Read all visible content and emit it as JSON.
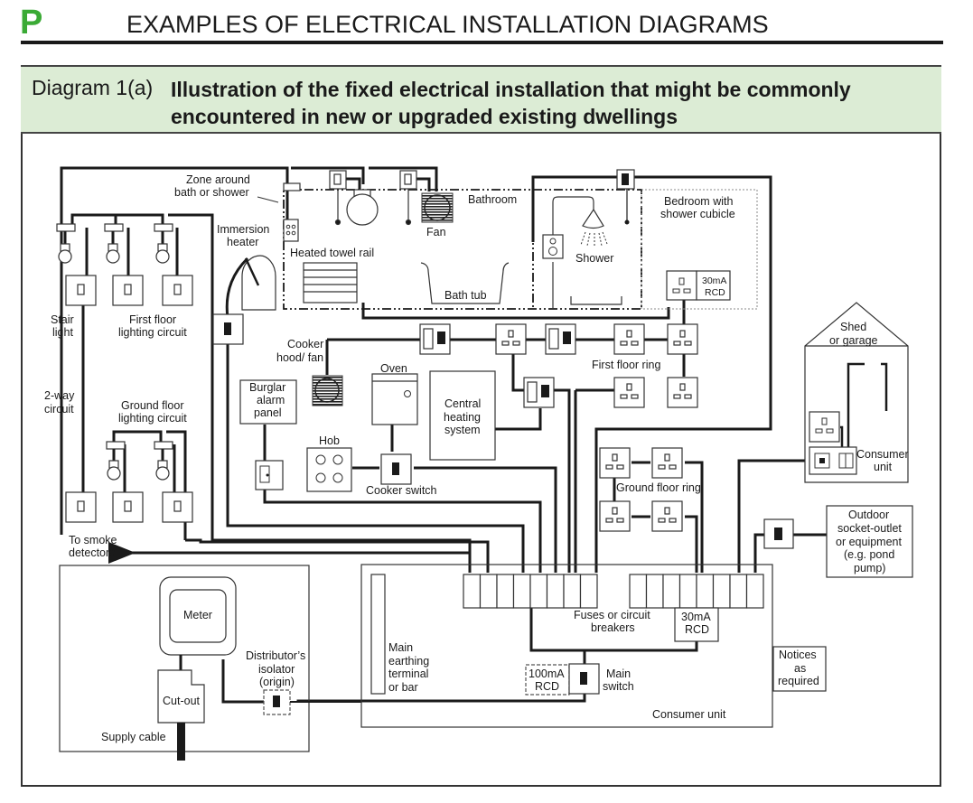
{
  "header": {
    "section_letter": "P",
    "page_title": "EXAMPLES OF ELECTRICAL INSTALLATION DIAGRAMS",
    "accent_color": "#3aaa35"
  },
  "caption": {
    "label": "Diagram 1(a)",
    "text": "Illustration of the fixed electrical installation that might be commonly encountered in new or upgraded existing dwellings",
    "band_color": "#dcecd5"
  },
  "diagram": {
    "labels": {
      "zone": [
        "Zone around",
        "bath or shower"
      ],
      "immersion": [
        "Immersion",
        "heater"
      ],
      "towel_rail": "Heated towel rail",
      "fan": "Fan",
      "bathroom": "Bathroom",
      "bath_tub": "Bath tub",
      "bedroom": [
        "Bedroom with",
        "shower cubicle"
      ],
      "shower": "Shower",
      "rcd_30": [
        "30mA",
        "RCD"
      ],
      "stair": [
        "Stair",
        "light"
      ],
      "first_floor_lighting": [
        "First floor",
        "lighting circuit"
      ],
      "two_way": [
        "2-way",
        "circuit"
      ],
      "ground_floor_lighting": [
        "Ground floor",
        "lighting circuit"
      ],
      "cooker_hood": [
        "Cooker",
        "hood/ fan"
      ],
      "oven": "Oven",
      "burglar": [
        "Burglar",
        "alarm",
        "panel"
      ],
      "hob": "Hob",
      "cooker_switch": "Cooker switch",
      "central_heating": [
        "Central",
        "heating",
        "system"
      ],
      "first_floor_ring": "First floor ring",
      "ground_floor_ring": "Ground floor ring",
      "shed": [
        "Shed",
        "or garage"
      ],
      "shed_consumer_unit": [
        "Consumer",
        "unit"
      ],
      "outdoor": [
        "Outdoor",
        "socket-outlet",
        "or equipment",
        "(e.g. pond",
        "pump)"
      ],
      "smoke": [
        "To smoke",
        "detectors"
      ],
      "meter": "Meter",
      "cutout": "Cut-out",
      "supply_cable": "Supply cable",
      "isolator": [
        "Distributor’s",
        "isolator",
        "(origin)"
      ],
      "earthing": [
        "Main",
        "earthing",
        "terminal",
        "or bar"
      ],
      "fuses": [
        "Fuses or circuit",
        "breakers"
      ],
      "cu_rcd_30": [
        "30mA",
        "RCD"
      ],
      "rcd_100": [
        "100mA",
        "RCD"
      ],
      "main_switch": [
        "Main",
        "switch"
      ],
      "consumer_unit": "Consumer unit",
      "notices": [
        "Notices",
        "as",
        "required"
      ]
    }
  }
}
